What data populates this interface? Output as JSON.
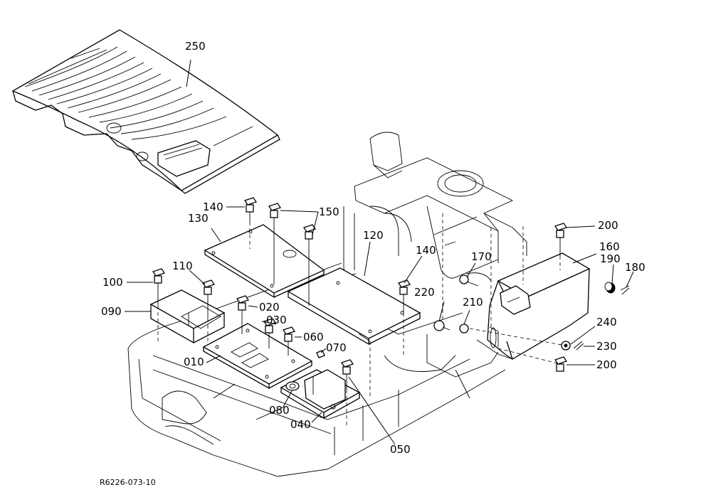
{
  "figure_code": "R6226-073-10",
  "labels": {
    "p250": "250",
    "p140a": "140",
    "p130": "130",
    "p150": "150",
    "p120": "120",
    "p140b": "140",
    "p170": "170",
    "p200a": "200",
    "p160": "160",
    "p190": "190",
    "p180": "180",
    "p110": "110",
    "p100": "100",
    "p090": "090",
    "p020": "020",
    "p030": "030",
    "p060": "060",
    "p220": "220",
    "p210": "210",
    "p240": "240",
    "p230": "230",
    "p200b": "200",
    "p070": "070",
    "p010": "010",
    "p080": "080",
    "p040": "040",
    "p050": "050"
  }
}
